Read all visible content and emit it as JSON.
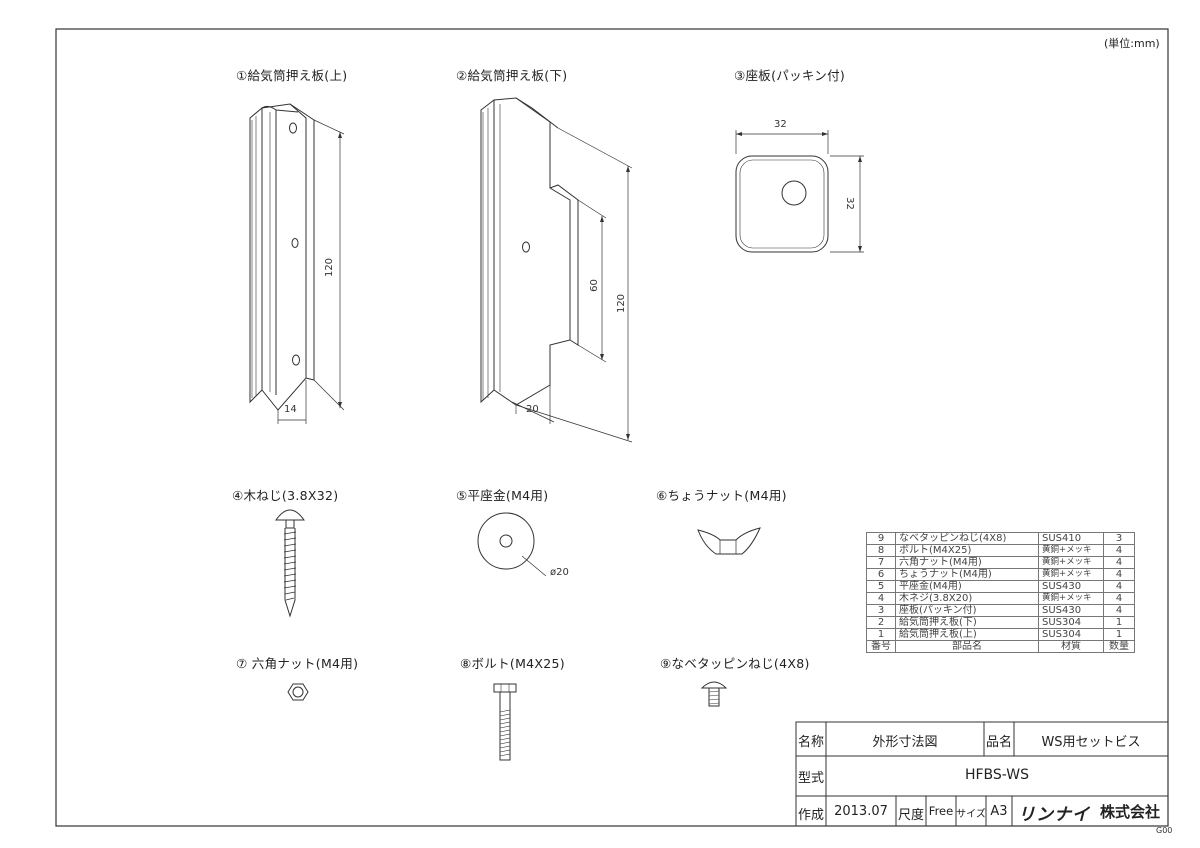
{
  "sheet": {
    "unit_note": "(単位:mm)",
    "corner_code": "G00"
  },
  "parts": [
    {
      "id": 1,
      "label": "①給気筒押え板(上)"
    },
    {
      "id": 2,
      "label": "②給気筒押え板(下)"
    },
    {
      "id": 3,
      "label": "③座板(パッキン付)"
    },
    {
      "id": 4,
      "label": "④木ねじ(3.8X32)"
    },
    {
      "id": 5,
      "label": "⑤平座金(M4用)"
    },
    {
      "id": 6,
      "label": "⑥ちょうナット(M4用)"
    },
    {
      "id": 7,
      "label": "⑦ 六角ナット(M4用)"
    },
    {
      "id": 8,
      "label": "⑧ボルト(M4X25)"
    },
    {
      "id": 9,
      "label": "⑨なベタッピンねじ(4X8)"
    }
  ],
  "dimensions": {
    "p1_length": "120",
    "p1_width": "14",
    "p2_length": "120",
    "p2_inner": "60",
    "p2_width": "20",
    "p3_width": "32",
    "p3_height": "32",
    "p5_dia": "ø20"
  },
  "parts_table": {
    "rows": [
      {
        "no": "9",
        "name": "なベタッピンねじ(4X8)",
        "material": "SUS410",
        "qty": "3"
      },
      {
        "no": "8",
        "name": "ボルト(M4X25)",
        "material": "黄銅+メッキ",
        "qty": "4"
      },
      {
        "no": "7",
        "name": "六角ナット(M4用)",
        "material": "黄銅+メッキ",
        "qty": "4"
      },
      {
        "no": "6",
        "name": "ちょうナット(M4用)",
        "material": "黄銅+メッキ",
        "qty": "4"
      },
      {
        "no": "5",
        "name": "平座金(M4用)",
        "material": "SUS430",
        "qty": "4"
      },
      {
        "no": "4",
        "name": "木ネジ(3.8X20)",
        "material": "黄銅+メッキ",
        "qty": "4"
      },
      {
        "no": "3",
        "name": "座板(パッキン付)",
        "material": "SUS430",
        "qty": "4"
      },
      {
        "no": "2",
        "name": "給気筒押え板(下)",
        "material": "SUS304",
        "qty": "1"
      },
      {
        "no": "1",
        "name": "給気筒押え板(上)",
        "material": "SUS304",
        "qty": "1"
      }
    ],
    "header": {
      "no": "番号",
      "name": "部品名",
      "material": "材質",
      "qty": "数量"
    }
  },
  "title_block": {
    "name_label": "名称",
    "name_value": "外形寸法図",
    "product_label": "品名",
    "product_value": "WS用セットビス",
    "model_label": "型式",
    "model_value": "HFBS-WS",
    "made_label": "作成",
    "made_value": "2013.07",
    "scale_label": "尺度",
    "scale_value": "Free",
    "size_label": "サイズ",
    "size_value": "A3",
    "company_logo": "リンナイ",
    "company_suffix": "株式会社"
  }
}
